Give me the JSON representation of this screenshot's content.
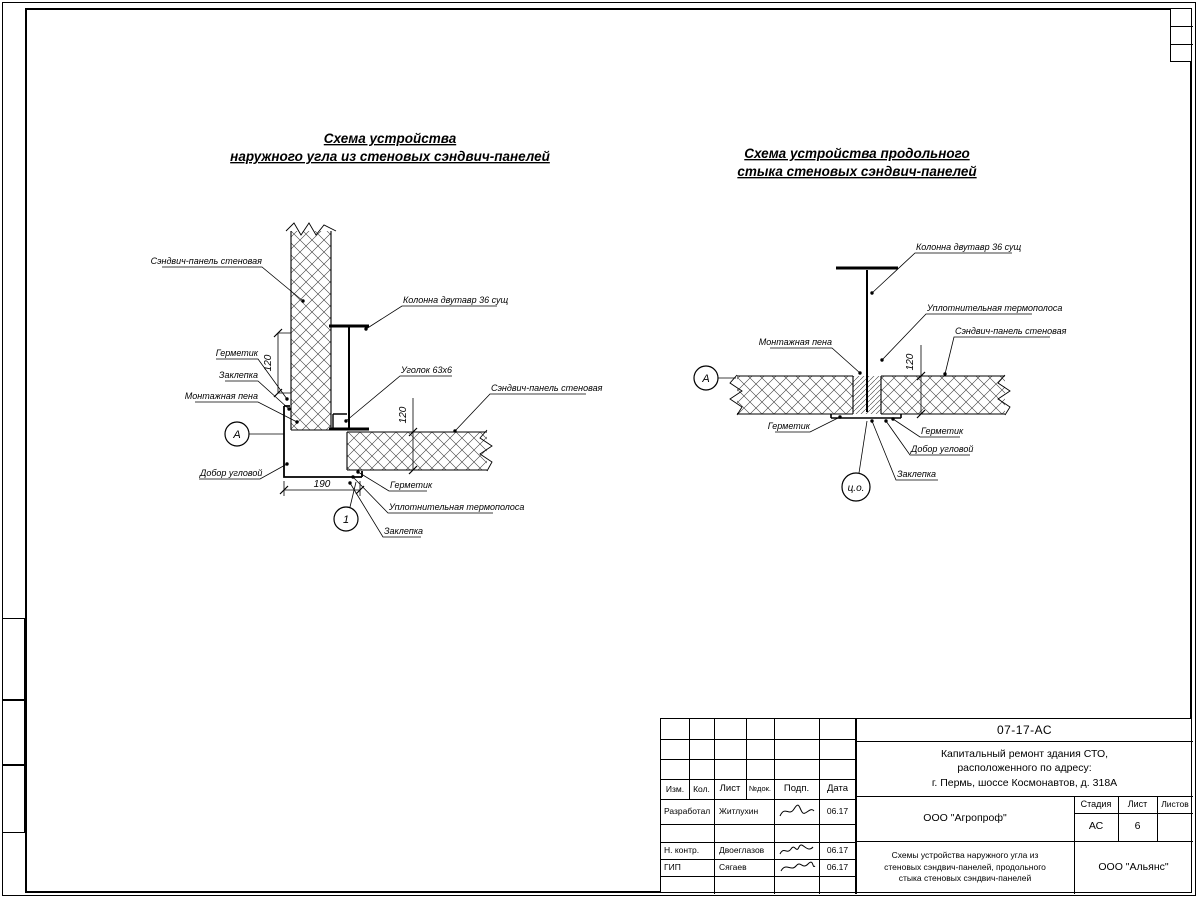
{
  "titles": {
    "left1": "Схема устройства",
    "left2": "наружного угла из стеновых сэндвич-панелей",
    "right1": "Схема устройства продольного",
    "right2": "стыка стеновых сэндвич-панелей"
  },
  "left_diagram": {
    "labels": {
      "panel_wall": "Сэндвич-панель стеновая",
      "column": "Колонна двутавр 36 сущ",
      "sealant": "Герметик",
      "rivet": "Заклепка",
      "foam": "Монтажная пена",
      "angle": "Уголок 63х6",
      "panel_wall2": "Сэндвич-панель стеновая",
      "corner_piece": "Добор угловой",
      "sealant2": "Герметик",
      "thermo_strip": "Уплотнительная термополоса",
      "rivet2": "Заклепка"
    },
    "dims": {
      "d1": "120",
      "d2": "120",
      "d3": "190"
    },
    "markers": {
      "node_a": "А",
      "node_1": "1"
    }
  },
  "right_diagram": {
    "labels": {
      "column": "Колонна двутавр 36 сущ",
      "thermo_strip": "Уплотнительная термополоса",
      "panel_wall": "Сэндвич-панель стеновая",
      "foam": "Монтажная пена",
      "sealant_left": "Герметик",
      "sealant_right": "Герметик",
      "corner_piece": "Добор угловой",
      "rivet": "Заклепка"
    },
    "dims": {
      "d1": "120"
    },
    "markers": {
      "node_a": "А",
      "node_co": "ц.о."
    }
  },
  "titleblock": {
    "doc_number": "07-17-АС",
    "project_line1": "Капитальный ремонт здания СТО,",
    "project_line2": "расположенного по адресу:",
    "project_line3": "г. Пермь, шоссе Космонавтов, д. 318А",
    "rev_headers": {
      "izm": "Изм.",
      "kol": "Кол.",
      "list": "Лист",
      "ndok": "№док.",
      "podp": "Подп.",
      "data": "Дата"
    },
    "rows": [
      {
        "role": "Разработал",
        "name": "Житлухин",
        "date": "06.17"
      },
      {
        "role": "",
        "name": "",
        "date": ""
      },
      {
        "role": "Н. контр.",
        "name": "Двоеглазов",
        "date": "06.17"
      },
      {
        "role": "ГИП",
        "name": "Сягаев",
        "date": "06.17"
      }
    ],
    "stage_header": {
      "stage": "Стадия",
      "sheet": "Лист",
      "sheets": "Листов"
    },
    "stage_value": "АС",
    "sheet_value": "6",
    "sheets_value": "",
    "org1": "ООО \"Агропроф\"",
    "sheet_title_line1": "Схемы устройства наружного угла из",
    "sheet_title_line2": "стеновых сэндвич-панелей, продольного",
    "sheet_title_line3": "стыка стеновых сэндвич-панелей",
    "org2": "ООО \"Альянс\""
  }
}
